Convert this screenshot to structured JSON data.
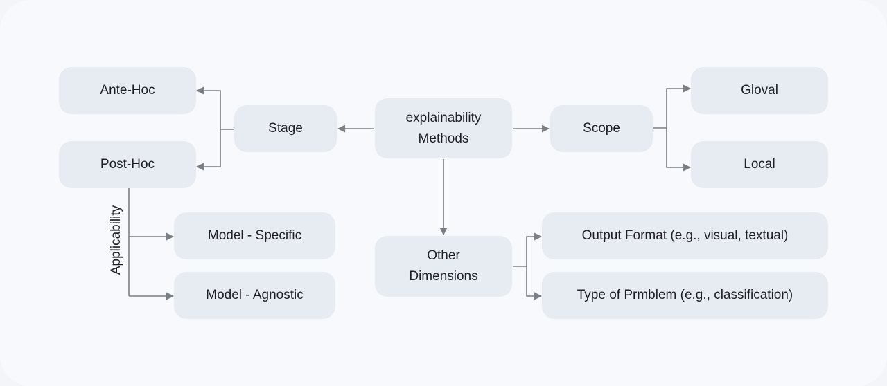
{
  "diagram": {
    "root": {
      "label": "explainability\nMethods"
    },
    "stage": {
      "label": "Stage",
      "children": [
        "Ante-Hoc",
        "Post-Hoc"
      ]
    },
    "scope": {
      "label": "Scope",
      "children": [
        "Gloval",
        "Local"
      ]
    },
    "applicability": {
      "label": "Applicability",
      "children": [
        "Model - Specific",
        "Model - Agnostic"
      ]
    },
    "other": {
      "label": "Other\nDimensions",
      "children": [
        "Output Format (e.g., visual, textual)",
        "Type of Prmblem (e.g., classification)"
      ]
    },
    "colors": {
      "background": "#f8f9fc",
      "node_fill": "#e7ebf2",
      "edge": "#7a7e85",
      "text": "#1d1f24"
    }
  }
}
